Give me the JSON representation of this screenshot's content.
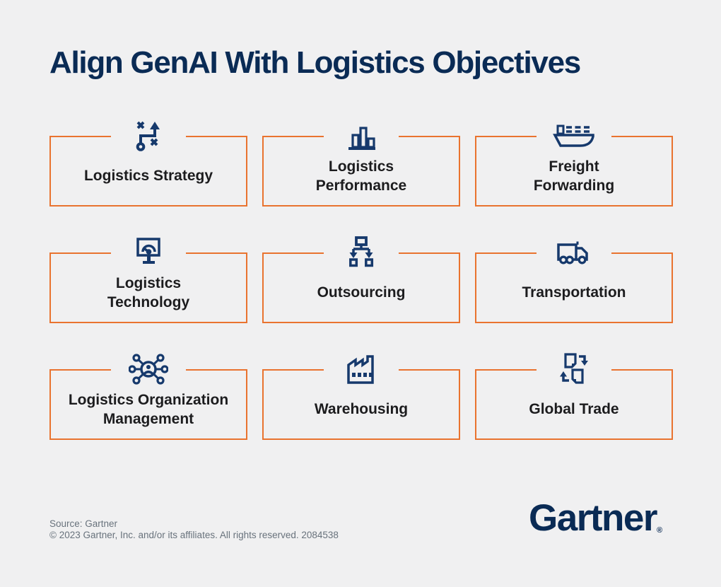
{
  "title": "Align GenAI With Logistics Objectives",
  "colors": {
    "background": "#F0F0F1",
    "brand_navy": "#0A2B55",
    "icon_navy": "#16396C",
    "accent_orange": "#E9732F",
    "label_text": "#1C1C1E",
    "footer_gray": "#68727C"
  },
  "cards": [
    {
      "label": "Logistics Strategy",
      "icon": "strategy-icon"
    },
    {
      "label": "Logistics\nPerformance",
      "icon": "bar-chart-icon"
    },
    {
      "label": "Freight\nForwarding",
      "icon": "cargo-ship-icon"
    },
    {
      "label": "Logistics\nTechnology",
      "icon": "monitor-gauge-icon"
    },
    {
      "label": "Outsourcing",
      "icon": "org-hierarchy-icon"
    },
    {
      "label": "Transportation",
      "icon": "truck-icon"
    },
    {
      "label": "Logistics Organization\nManagement",
      "icon": "people-network-icon"
    },
    {
      "label": "Warehousing",
      "icon": "factory-icon"
    },
    {
      "label": "Global Trade",
      "icon": "documents-exchange-icon"
    }
  ],
  "footer": {
    "source": "Source: Gartner",
    "copyright": "© 2023 Gartner, Inc. and/or its affiliates. All rights reserved. 2084538",
    "logo_text": "Gartner",
    "logo_registered": "®"
  }
}
